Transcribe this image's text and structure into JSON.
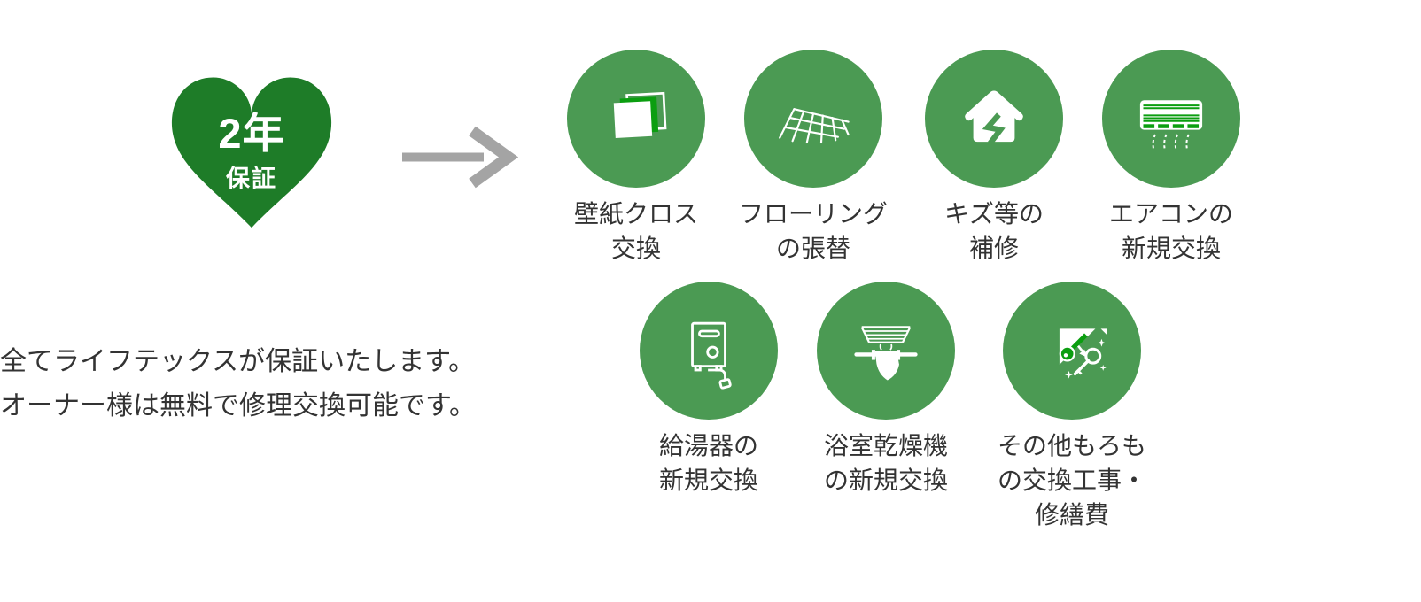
{
  "badge": {
    "title": "2年",
    "subtitle": "保証",
    "icon": "heart-icon"
  },
  "description": {
    "line1": "全てライフテックスが保証いたします。",
    "line2": "オーナー様は無料で修理交換可能です。"
  },
  "arrow": {
    "icon": "right-arrow-icon"
  },
  "services": [
    {
      "icon": "wallpaper-icon",
      "lines": [
        "壁紙クロス",
        "交換"
      ]
    },
    {
      "icon": "flooring-icon",
      "lines": [
        "フローリング",
        "の張替"
      ]
    },
    {
      "icon": "house-crack-icon",
      "lines": [
        "キズ等の",
        "補修"
      ]
    },
    {
      "icon": "aircon-icon",
      "lines": [
        "エアコンの",
        "新規交換"
      ]
    },
    {
      "icon": "water-heater-icon",
      "lines": [
        "給湯器の",
        "新規交換"
      ]
    },
    {
      "icon": "bath-dryer-icon",
      "lines": [
        "浴室乾燥機",
        "の新規交換"
      ]
    },
    {
      "icon": "key-replacement-icon",
      "lines": [
        "その他もろも",
        "の交換工事・",
        "修繕費"
      ]
    }
  ],
  "colors": {
    "heart_green": "#1e7c28",
    "circle_green": "#4b9a53",
    "icon_green": "#0b9e10",
    "arrow_gray": "#a4a4a4",
    "text_dark": "#333333",
    "background": "#ffffff"
  }
}
